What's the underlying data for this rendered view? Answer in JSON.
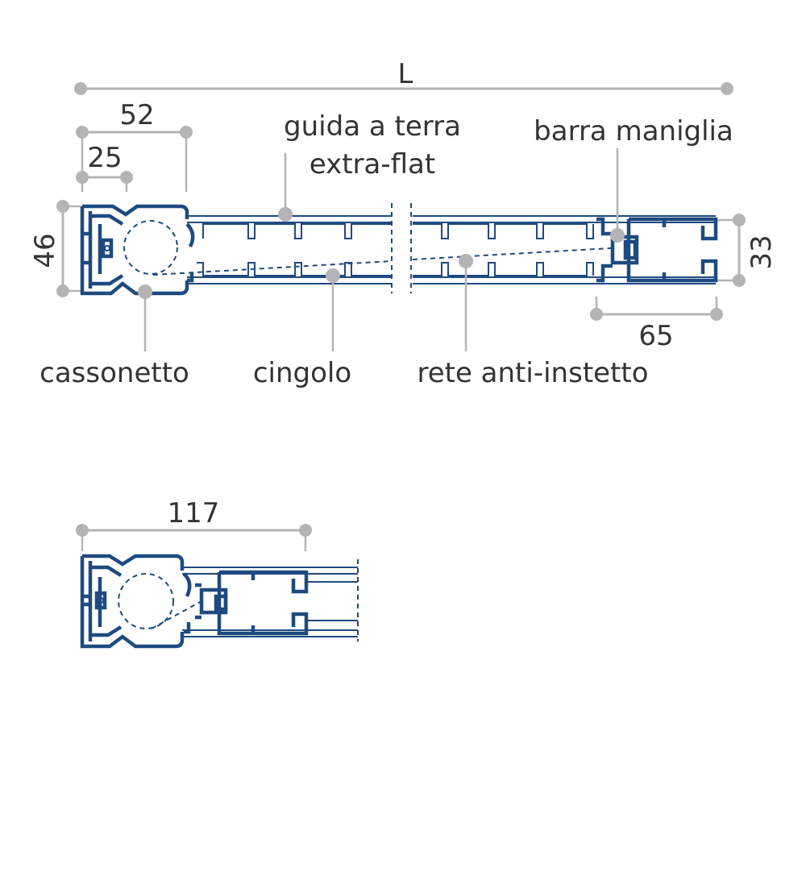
{
  "dimensions": {
    "length": "L",
    "d52": "52",
    "d25": "25",
    "d46": "46",
    "d33": "33",
    "d65": "65",
    "d117": "117"
  },
  "labels": {
    "guida_line1": "guida a terra",
    "guida_line2": "extra-flat",
    "barra": "barra maniglia",
    "cassonetto": "cassonetto",
    "cingolo": "cingolo",
    "rete": "rete anti-instetto"
  },
  "colors": {
    "profile": "#1f4a80",
    "dimension": "#b4b4b4",
    "text": "#333333"
  }
}
